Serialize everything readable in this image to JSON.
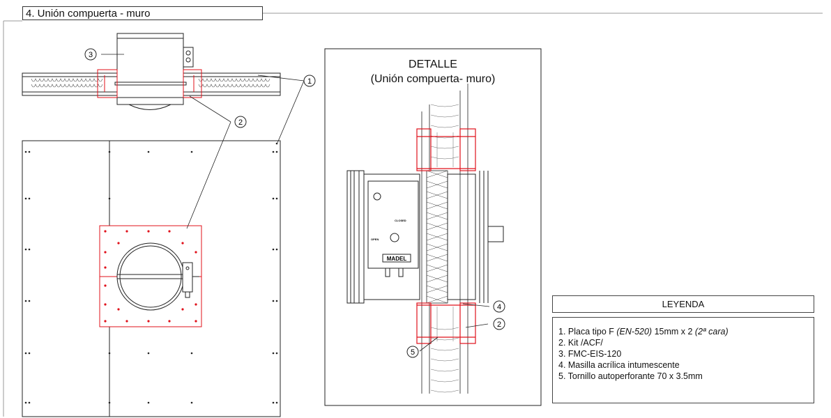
{
  "header": {
    "title": "4. Unión compuerta - muro"
  },
  "detail": {
    "title_line1": "DETALLE",
    "title_line2": "(Unión compuerta- muro)"
  },
  "callouts": {
    "c1": "1",
    "c2": "2",
    "c3": "3",
    "c4": "4",
    "c5": "5"
  },
  "damper_labels": {
    "closed": "CLOSED",
    "open": "OPEN",
    "brand": "MADEL"
  },
  "legend": {
    "heading": "LEYENDA",
    "item1": {
      "a": "1. Placa tipo F ",
      "b": "(EN-520)",
      "c": " 15mm x 2 ",
      "d": "(2ª cara)"
    },
    "item2": "2. Kit /ACF/",
    "item3": "3. FMC-EIS-120",
    "item4": "4. Masilla acrílica intumescente",
    "item5": "5. Tornillo autoperforante 70 x 3.5mm"
  },
  "colors": {
    "line": "#222222",
    "red": "#e0101a",
    "grey": "#9a9a9a"
  }
}
